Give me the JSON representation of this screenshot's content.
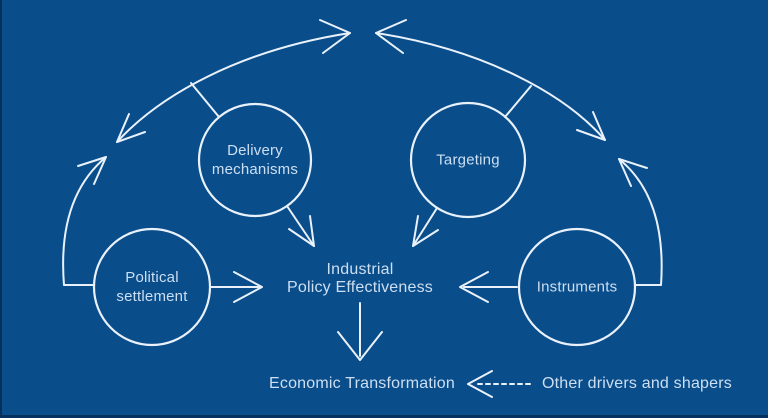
{
  "theme": {
    "background": "#0a4d8b",
    "line_color": "#e9f2fb",
    "text_color": "#cddff2"
  },
  "nodes": {
    "political_settlement": {
      "label": "Political settlement"
    },
    "delivery_mechanisms": {
      "label": "Delivery mechanisms"
    },
    "targeting": {
      "label": "Targeting"
    },
    "instruments": {
      "label": "Instruments"
    }
  },
  "center": {
    "label": "Industrial Policy Effectiveness",
    "line1": "Industrial",
    "line2": "Policy Effectiveness"
  },
  "outcome": {
    "label": "Economic Transformation"
  },
  "external": {
    "label": "Other drivers and shapers"
  }
}
